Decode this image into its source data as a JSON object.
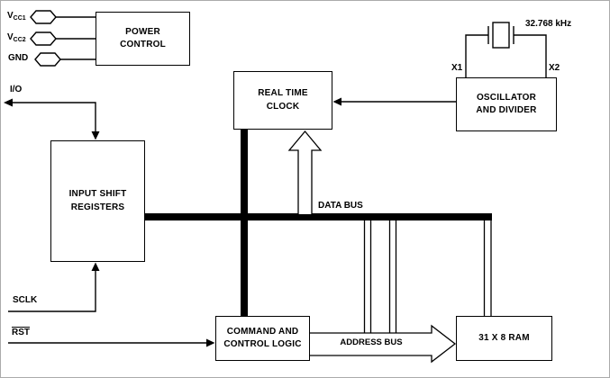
{
  "blocks": {
    "power_control": "POWER\nCONTROL",
    "real_time_clock": "REAL TIME\nCLOCK",
    "oscillator_divider": "OSCILLATOR\nAND DIVIDER",
    "input_shift_registers": "INPUT SHIFT\nREGISTERS",
    "command_control_logic": "COMMAND AND\nCONTROL LOGIC",
    "ram": "31 X 8 RAM"
  },
  "pins": {
    "vcc1": {
      "base": "V",
      "sub": "CC1"
    },
    "vcc2": {
      "base": "V",
      "sub": "CC2"
    },
    "gnd": "GND",
    "io": "I/O",
    "sclk": "SCLK",
    "rst": "RST",
    "x1": "X1",
    "x2": "X2"
  },
  "labels": {
    "crystal_freq": "32.768 kHz",
    "data_bus": "DATA BUS",
    "address_bus": "ADDRESS BUS"
  },
  "colors": {
    "line": "#000000",
    "background": "#ffffff",
    "frame": "#ababab"
  }
}
